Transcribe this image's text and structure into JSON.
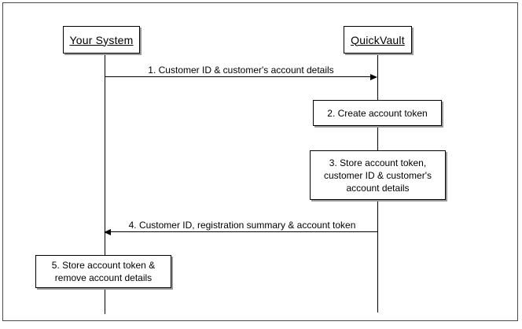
{
  "diagram": {
    "type": "uml-sequence-diagram",
    "background_color": "#ffffff",
    "line_color": "#000000",
    "shadow_color": "#9a9a9a",
    "frame_color": "#4a4a4a",
    "actors": [
      {
        "id": "your-system",
        "label": "Your System"
      },
      {
        "id": "quickvault",
        "label": "QuickVault"
      }
    ],
    "messages": [
      {
        "number": "1",
        "label": "1. Customer ID & customer's account details",
        "from": "your-system",
        "to": "quickvault",
        "direction": "right"
      },
      {
        "number": "4",
        "label": "4. Customer ID, registration summary & account token",
        "from": "quickvault",
        "to": "your-system",
        "direction": "left"
      }
    ],
    "actions": [
      {
        "number": "2",
        "owner": "quickvault",
        "label": "2. Create account token"
      },
      {
        "number": "3",
        "owner": "quickvault",
        "label": "3. Store account token,\ncustomer ID & customer's\naccount details"
      },
      {
        "number": "5",
        "owner": "your-system",
        "label": "5. Store account token &\nremove account details"
      }
    ]
  }
}
